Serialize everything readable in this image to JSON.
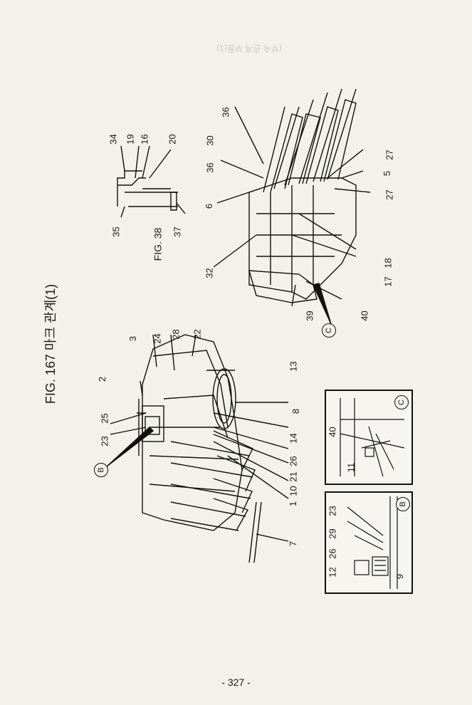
{
  "page": {
    "title": "FIG. 167 마크 관계(1)",
    "page_number": "- 327 -",
    "faint_header": "(부속 관계 부품(1)"
  },
  "fig38": {
    "label": "FIG. 38"
  },
  "callouts_main": [
    "2",
    "25",
    "23",
    "3",
    "24",
    "28",
    "22",
    "13",
    "8",
    "14",
    "26",
    "21",
    "10",
    "1",
    "7"
  ],
  "callouts_fig38": [
    "34",
    "19",
    "16",
    "20",
    "35",
    "37"
  ],
  "callouts_rear": [
    "36",
    "30",
    "36",
    "6",
    "32",
    "39",
    "40",
    "17",
    "18",
    "27",
    "5",
    "27"
  ],
  "inset_b": {
    "marker": "B",
    "callouts": [
      "23",
      "29",
      "26",
      "12",
      "9"
    ]
  },
  "inset_c": {
    "marker": "C",
    "callouts": [
      "40",
      "11"
    ]
  },
  "markers": {
    "b": "B",
    "c": "C"
  }
}
